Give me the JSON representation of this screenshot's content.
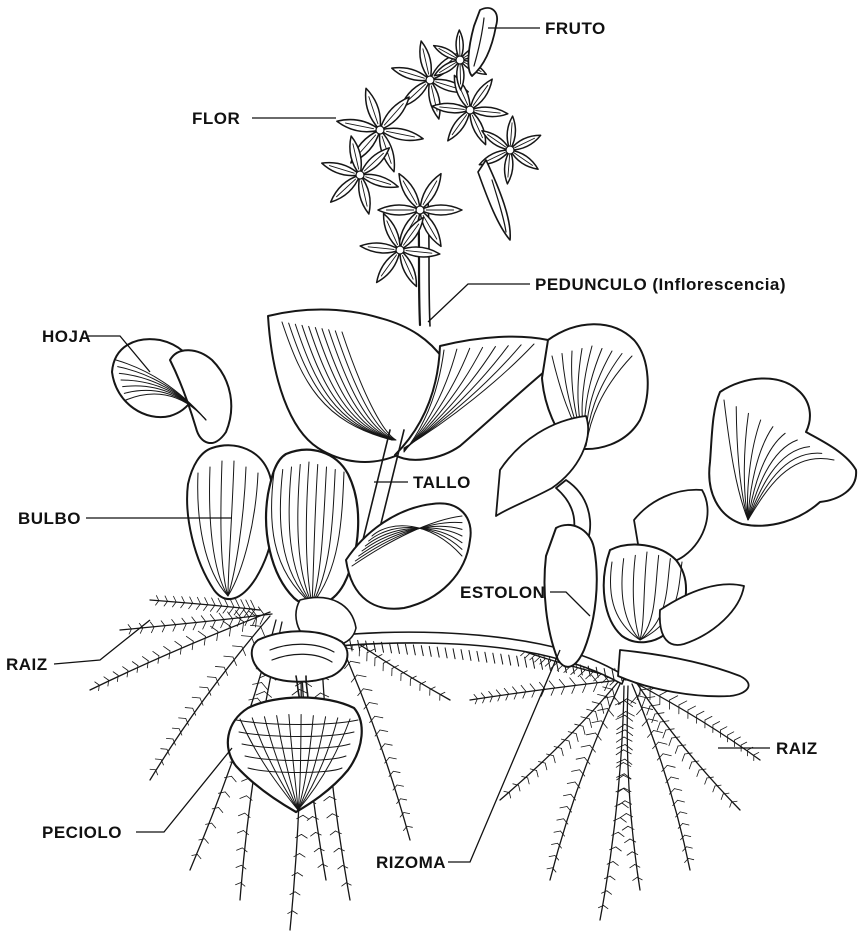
{
  "labels": {
    "fruto": "FRUTO",
    "flor": "FLOR",
    "pedunculo": "PEDUNCULO (Inflorescencia)",
    "hoja": "HOJA",
    "tallo": "TALLO",
    "bulbo": "BULBO",
    "estolon": "ESTOLON",
    "raiz_left": "RAIZ",
    "raiz_right": "RAIZ",
    "peciolo": "PECIOLO",
    "rizoma": "RIZOMA"
  },
  "colors": {
    "ink": "#161616",
    "paper": "#ffffff"
  }
}
